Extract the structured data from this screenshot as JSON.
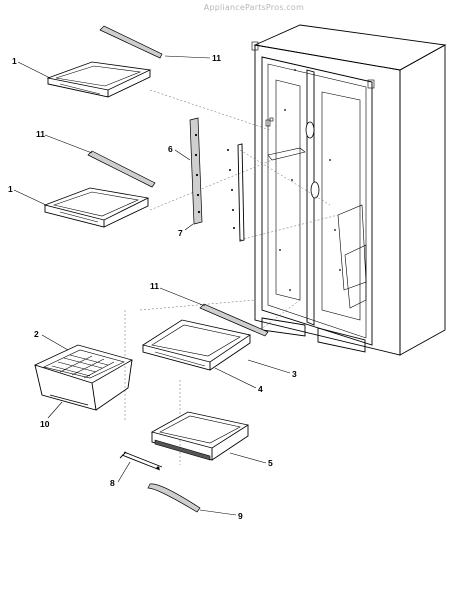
{
  "watermark": "AppliancePartsPros.com",
  "callouts": {
    "c1a": "1",
    "c11a": "11",
    "c11b": "11",
    "c1b": "1",
    "c6": "6",
    "c7": "7",
    "c11c": "11",
    "c2": "2",
    "c3": "3",
    "c4": "4",
    "c10": "10",
    "c5": "5",
    "c8": "8",
    "c9": "9"
  }
}
